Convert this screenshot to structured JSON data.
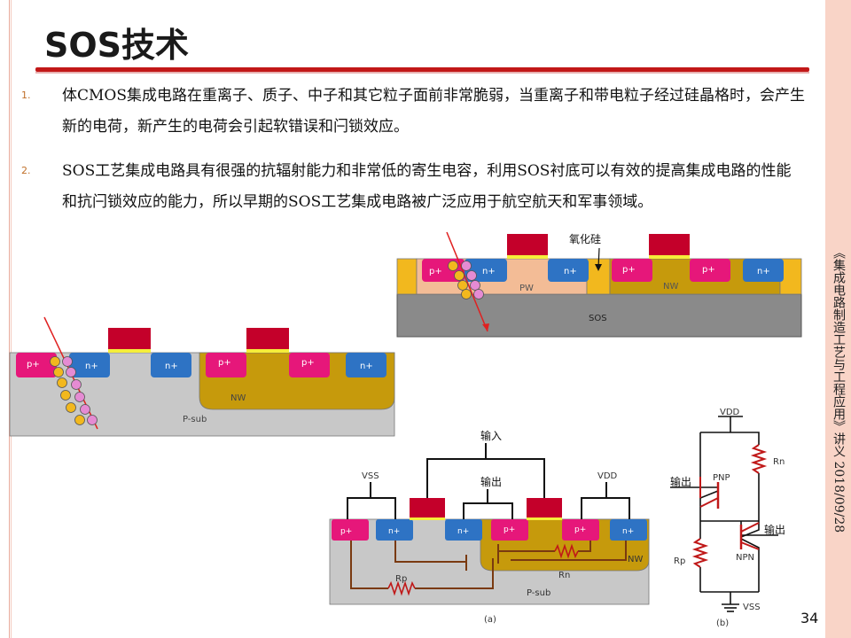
{
  "slide": {
    "title": "SOS技术",
    "page_number": "34",
    "side_text": "《集成电路制造工艺与工程应用》讲义   2018/09/28"
  },
  "bullets": [
    {
      "num": "1.",
      "text": "体CMOS集成电路在重离子、质子、中子和其它粒子面前非常脆弱，当重离子和带电粒子经过硅晶格时，会产生新的电荷，新产生的电荷会引起软错误和闩锁效应。"
    },
    {
      "num": "2.",
      "text": "SOS工艺集成电路具有很强的抗辐射能力和非常低的寄生电容，利用SOS衬底可以有效的提高集成电路的性能和抗闩锁效应的能力，所以早期的SOS工艺集成电路被广泛应用于航空航天和军事领域。"
    }
  ],
  "sos_diagram": {
    "p_plus_1": "p+",
    "n_plus_1": "n+",
    "n_plus_2": "n+",
    "p_plus_2": "p+",
    "p_plus_3": "p+",
    "n_plus_3": "n+",
    "pw": "PW",
    "nw": "NW",
    "sos": "SOS",
    "oxide_label": "氧化硅"
  },
  "bulk_diagram": {
    "p_plus_1": "p+",
    "n_plus_1": "n+",
    "n_plus_2": "n+",
    "p_plus_2": "p+",
    "p_plus_3": "p+",
    "n_plus_3": "n+",
    "nw": "NW",
    "psub": "P-sub"
  },
  "latchup_a": {
    "input": "输入",
    "output": "输出",
    "vss": "VSS",
    "vdd": "VDD",
    "p_plus_1": "p+",
    "n_plus_1": "n+",
    "n_plus_2": "n+",
    "p_plus_2": "p+",
    "p_plus_3": "p+",
    "n_plus_3": "n+",
    "nw": "NW",
    "rn": "Rn",
    "rp": "Rp",
    "psub": "P-sub",
    "caption": "(a)"
  },
  "latchup_b": {
    "vdd": "VDD",
    "rn": "Rn",
    "pnp": "PNP",
    "output_left": "输出",
    "output_right": "输出",
    "rp": "Rp",
    "npn": "NPN",
    "vss": "VSS",
    "caption": "(b)"
  }
}
